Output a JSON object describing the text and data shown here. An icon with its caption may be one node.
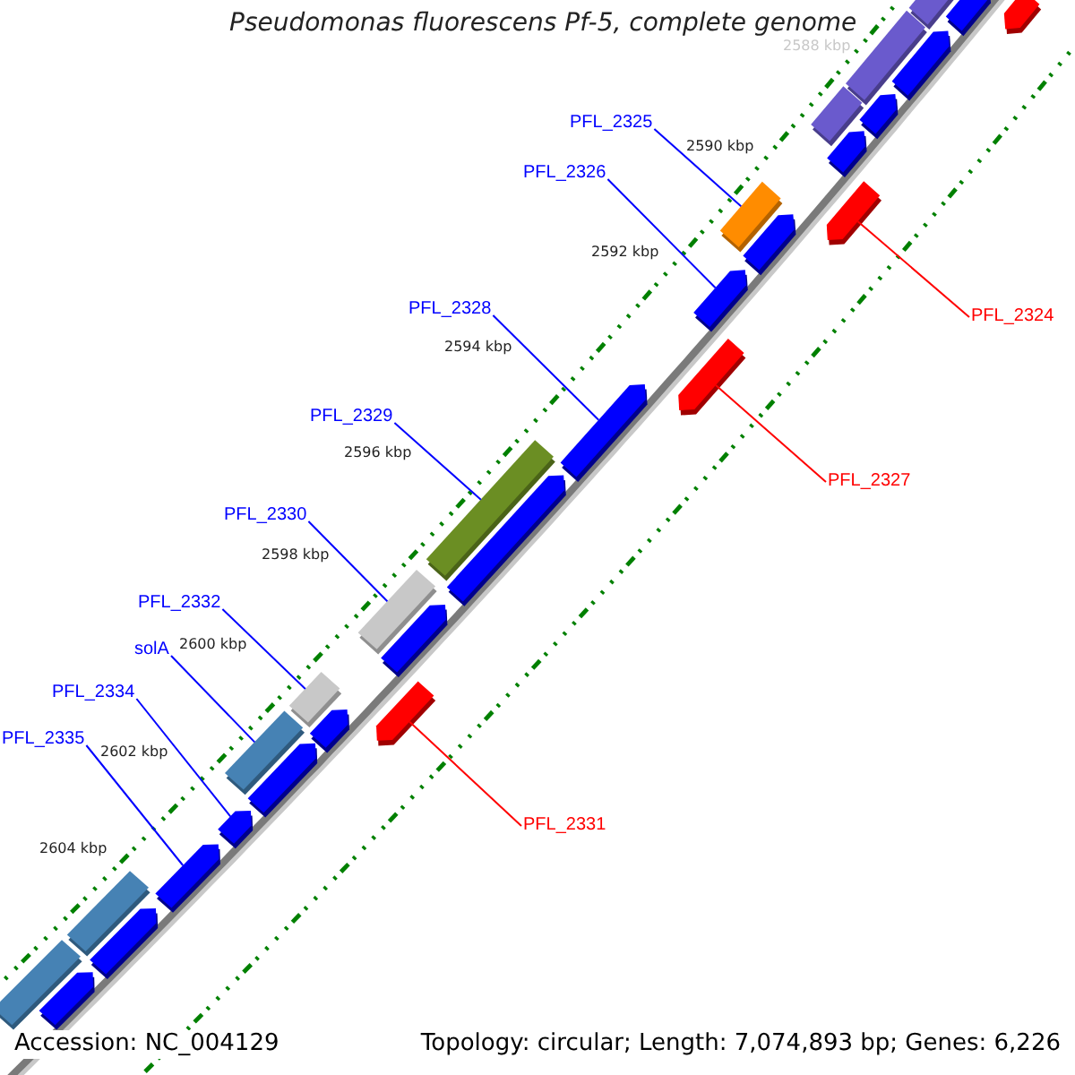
{
  "diagram": {
    "title": "Pseudomonas fluorescens Pf-5, complete genome",
    "nodes": [
      {
        "text": [
          "PFL_2325"
        ]
      },
      {
        "text": [
          "PFL_2326"
        ]
      },
      {
        "text": [
          "PFL_2324"
        ]
      },
      {
        "text": [
          "PFL_2328"
        ]
      },
      {
        "text": [
          "PFL_2329"
        ]
      },
      {
        "text": [
          "PFL_2327"
        ]
      },
      {
        "text": [
          "PFL_2330"
        ]
      },
      {
        "text": [
          "PFL_2332"
        ]
      },
      {
        "text": [
          "solA"
        ]
      },
      {
        "text": [
          "PFL_2334"
        ]
      },
      {
        "text": [
          "PFL_2335"
        ]
      },
      {
        "text": [
          "PFL_2331"
        ]
      },
      {
        "text": [],
        "shape": "pentagon"
      },
      {
        "text": [],
        "shape": "pentagon"
      },
      {
        "text": [],
        "shape": "bar"
      },
      {
        "text": [],
        "shape": "pentagon"
      },
      {
        "text": [],
        "shape": "bar"
      },
      {
        "text": [],
        "shape": "pentagon"
      },
      {
        "text": [],
        "shape": "bar"
      },
      {
        "text": [],
        "shape": "pentagon"
      },
      {
        "text": [],
        "shape": "pentagon"
      },
      {
        "text": [],
        "shape": "bar"
      },
      {
        "text": [],
        "shape": "pentagon"
      },
      {
        "text": [],
        "shape": "pentagon"
      },
      {
        "text": [],
        "shape": "pentagon"
      },
      {
        "text": [],
        "shape": "pentagon"
      },
      {
        "text": [],
        "shape": "bar"
      },
      {
        "text": [],
        "shape": "pentagon"
      },
      {
        "text": [],
        "shape": "bar"
      },
      {
        "text": [],
        "shape": "pentagon"
      },
      {
        "text": [],
        "shape": "pentagon"
      },
      {
        "text": [],
        "shape": "bar"
      },
      {
        "text": [],
        "shape": "pentagon"
      },
      {
        "text": [],
        "shape": "bar"
      },
      {
        "text": [],
        "shape": "pentagon"
      },
      {
        "text": [],
        "shape": "pentagon"
      },
      {
        "text": [],
        "shape": "pentagon"
      },
      {
        "text": [],
        "shape": "bar"
      },
      {
        "text": [],
        "shape": "pentagon"
      },
      {
        "text": [],
        "shape": "bar"
      },
      {
        "text": [],
        "shape": "pentagon"
      }
    ],
    "edges": [
      {
        "from": 0,
        "to": 21,
        "arrow": "none"
      },
      {
        "from": 1,
        "to": 23,
        "arrow": "none"
      },
      {
        "from": 2,
        "to": 20,
        "arrow": "none",
        "color": "#ff0000"
      },
      {
        "from": 3,
        "to": 25,
        "arrow": "none"
      },
      {
        "from": 4,
        "to": 26,
        "arrow": "none"
      },
      {
        "from": 5,
        "to": 24,
        "arrow": "none",
        "color": "#ff0000"
      },
      {
        "from": 6,
        "to": 28,
        "arrow": "none"
      },
      {
        "from": 7,
        "to": 31,
        "arrow": "none"
      },
      {
        "from": 8,
        "to": 33,
        "arrow": "none"
      },
      {
        "from": 9,
        "to": 35,
        "arrow": "none"
      },
      {
        "from": 10,
        "to": 36,
        "arrow": "none"
      },
      {
        "from": 11,
        "to": 30,
        "arrow": "none",
        "color": "#ff0000"
      }
    ],
    "labels": [
      "2588 kbp",
      "2590 kbp",
      "2592 kbp",
      "2594 kbp",
      "2596 kbp",
      "2598 kbp",
      "2600 kbp",
      "2602 kbp",
      "2604 kbp",
      "Accession: NC_004129",
      "Topology: circular; Length: 7,074,893 bp; Genes: 6,226"
    ]
  }
}
